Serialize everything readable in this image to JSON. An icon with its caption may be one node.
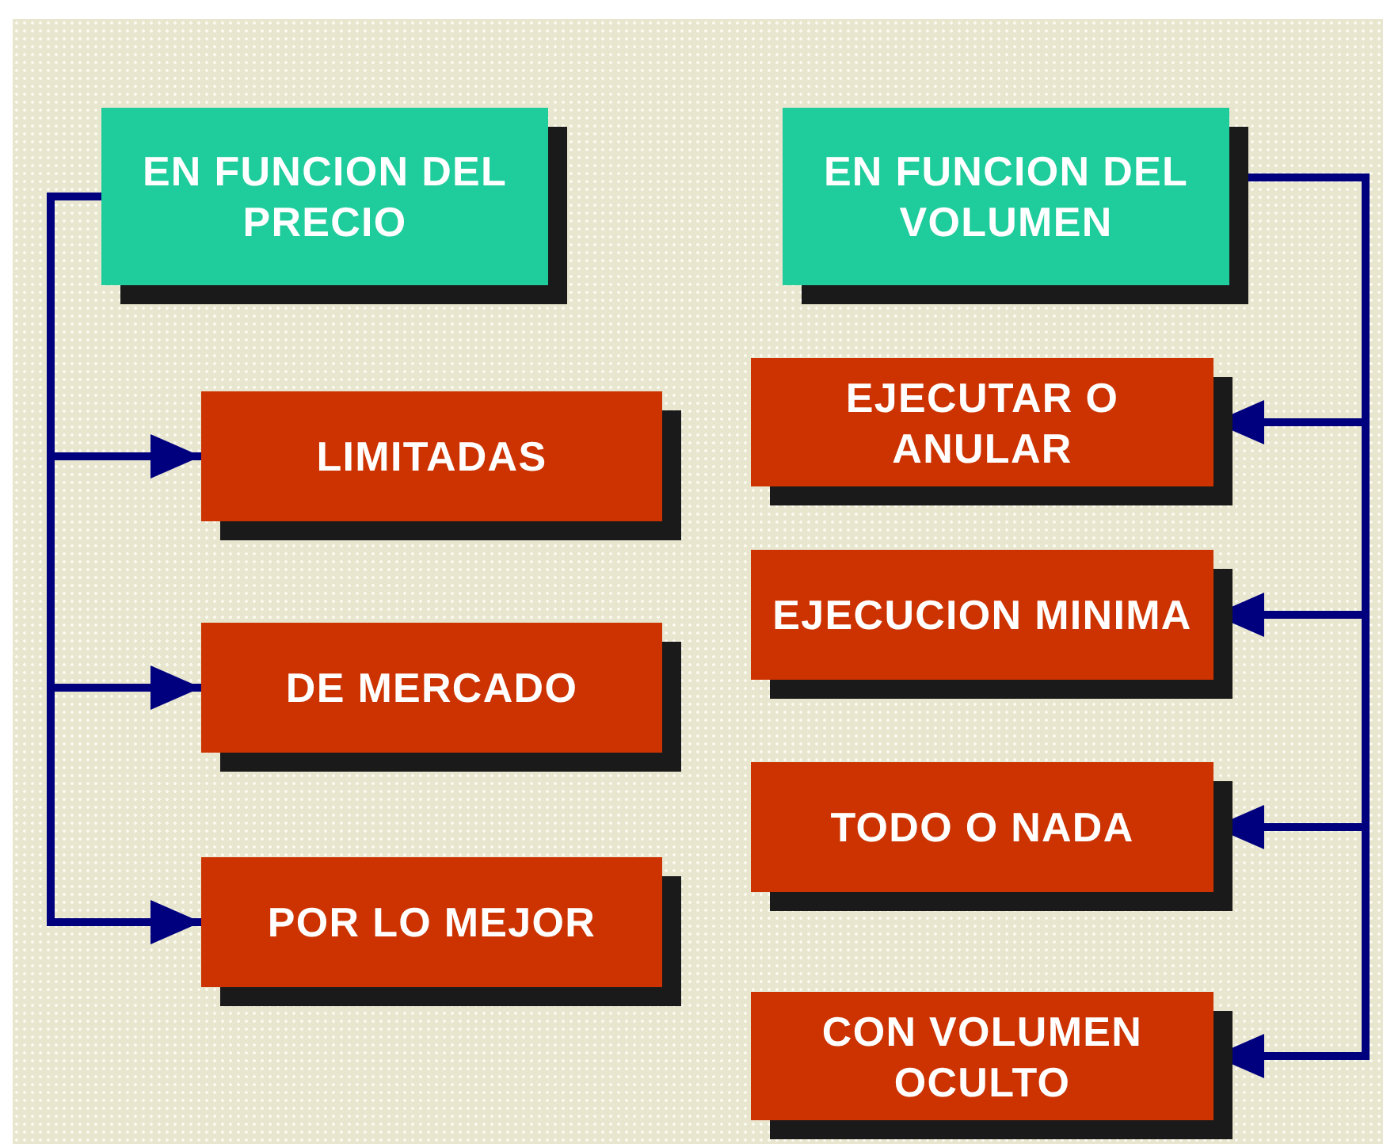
{
  "diagram": {
    "nodes": [
      {
        "text": [
          "EN FUNCION DEL PRECIO"
        ]
      },
      {
        "text": [
          "LIMITADAS"
        ]
      },
      {
        "text": [
          "DE MERCADO"
        ]
      },
      {
        "text": [
          "POR LO MEJOR"
        ]
      },
      {
        "text": [
          "EN FUNCION DEL VOLUMEN"
        ]
      },
      {
        "text": [
          "EJECUTAR O ANULAR"
        ]
      },
      {
        "text": [
          "EJECUCION MINIMA"
        ]
      },
      {
        "text": [
          "TODO O NADA"
        ]
      },
      {
        "text": [
          "CON VOLUMEN OCULTO"
        ]
      }
    ],
    "edges": [
      {
        "from": 0,
        "to": 1,
        "arrow": "to"
      },
      {
        "from": 0,
        "to": 2,
        "arrow": "to"
      },
      {
        "from": 0,
        "to": 3,
        "arrow": "to"
      },
      {
        "from": 4,
        "to": 5,
        "arrow": "to"
      },
      {
        "from": 4,
        "to": 6,
        "arrow": "to"
      },
      {
        "from": 4,
        "to": 7,
        "arrow": "to"
      },
      {
        "from": 4,
        "to": 8,
        "arrow": "to"
      }
    ]
  }
}
